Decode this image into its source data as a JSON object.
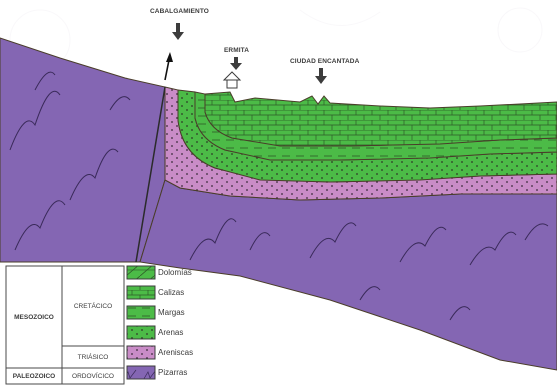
{
  "labels": {
    "cabalgamiento": "CABALGAMIENTO",
    "ermita": "ERMITA",
    "ciudad_encantada": "CIUDAD ENCANTADA"
  },
  "table": {
    "mesozoico": "MESOZOICO",
    "paleozoico": "PALEOZOICO",
    "cretacico": "CRETÁCICO",
    "triasico": "TRIÁSICO",
    "ordovicico": "ORDOVÍCICO"
  },
  "legend": [
    {
      "label": "Dolomías",
      "pattern": "dolomite-pattern",
      "color": "#4cbb47"
    },
    {
      "label": "Calizas",
      "pattern": "limestone-pattern",
      "color": "#4cbb47"
    },
    {
      "label": "Margas",
      "pattern": "marl-pattern",
      "color": "#4cbb47"
    },
    {
      "label": "Arenas",
      "pattern": "sand-pattern",
      "color": "#4cbb47"
    },
    {
      "label": "Areniscas",
      "pattern": "sandstone-pattern",
      "color": "#c98cc7"
    },
    {
      "label": "Pizarras",
      "pattern": "slate-pattern",
      "color": "#8466b3"
    }
  ],
  "colors": {
    "green": "#4cbb47",
    "pink": "#c98cc7",
    "purple": "#8466b3",
    "outline": "#4a3d2a"
  }
}
